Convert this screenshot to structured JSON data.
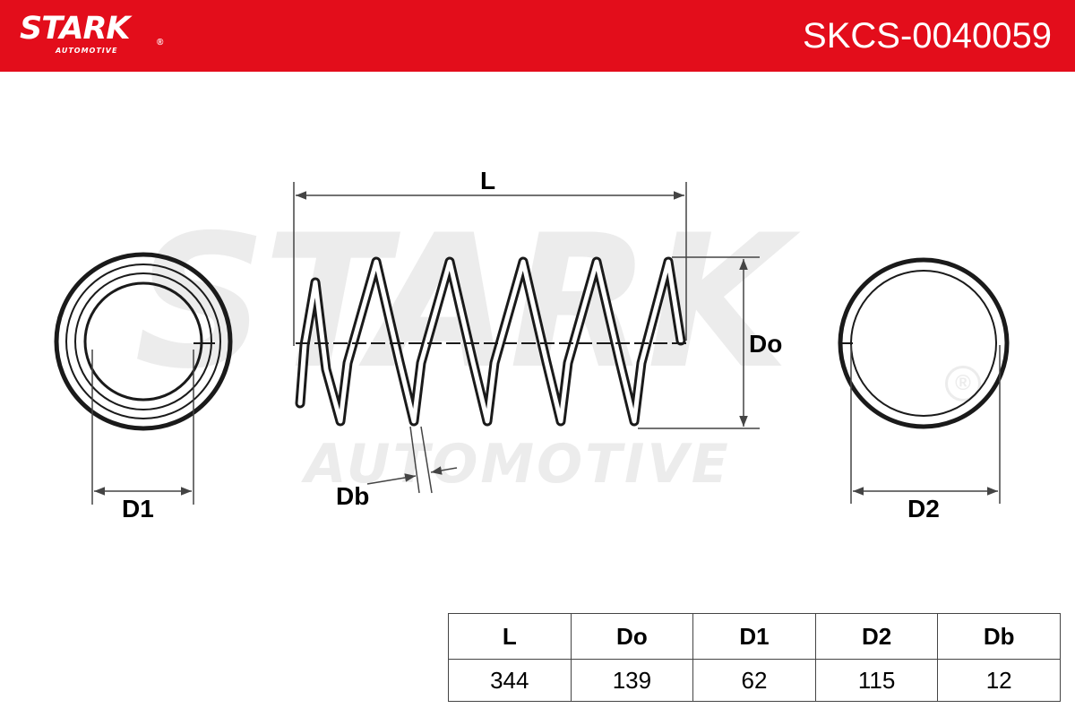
{
  "brand": {
    "name": "STARK",
    "sub": "AUTOMOTIVE",
    "registered": "®"
  },
  "header": {
    "part_number": "SKCS-0040059",
    "background_color": "#e30d1b"
  },
  "diagram": {
    "labels": {
      "L": "L",
      "Do": "Do",
      "D1": "D1",
      "D2": "D2",
      "Db": "Db"
    }
  },
  "spec_table": {
    "headers": [
      "L",
      "Do",
      "D1",
      "D2",
      "Db"
    ],
    "values": [
      "344",
      "139",
      "62",
      "115",
      "12"
    ]
  }
}
